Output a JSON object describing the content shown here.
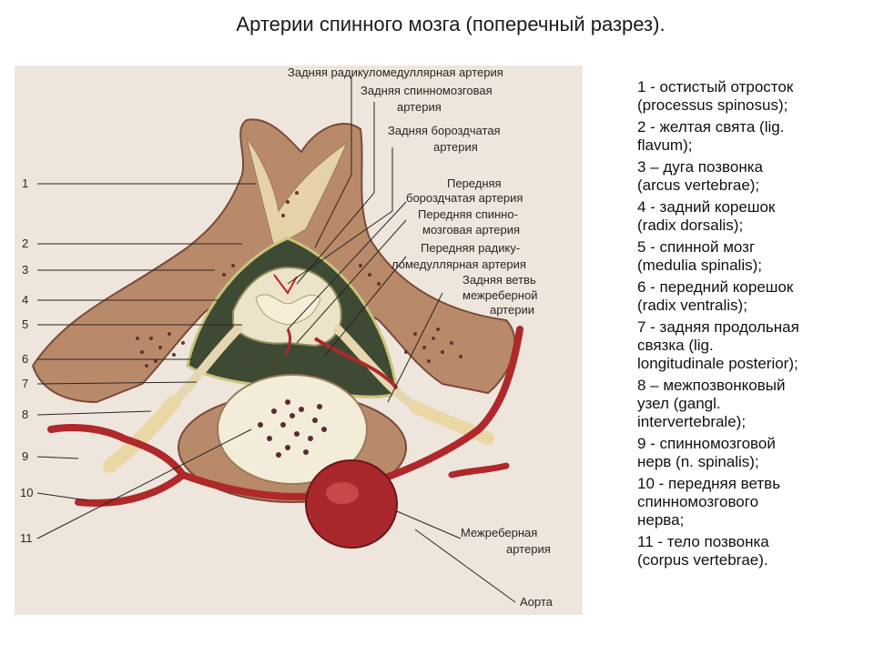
{
  "slide": {
    "title": "Артерии спинного мозга (поперечный разрез)."
  },
  "figure": {
    "labels": {
      "posterior_radiculomedullary": "Задняя радикуломедуллярная артерия",
      "posterior_spinal_1": "Задняя спинномозговая",
      "posterior_spinal_2": "артерия",
      "posterior_sulcal_1": "Задняя бороздчатая",
      "posterior_sulcal_2": "артерия",
      "anterior_sulcal_1": "Передняя",
      "anterior_sulcal_2": "бороздчатая артерия",
      "anterior_spinal_1": "Передняя спинно-",
      "anterior_spinal_2": "мозговая артерия",
      "anterior_radiculo_1": "Передняя радику-",
      "anterior_radiculo_2": "ломедуллярная артерия",
      "intercostal_branch_1": "Задняя ветвь",
      "intercostal_branch_2": "межреберной",
      "intercostal_branch_3": "артерии",
      "intercostal_artery_1": "Межреберная",
      "intercostal_artery_2": "артерия",
      "aorta": "Аорта"
    },
    "numbers": [
      "1",
      "2",
      "3",
      "4",
      "5",
      "6",
      "7",
      "8",
      "9",
      "10",
      "11"
    ]
  },
  "legend": {
    "items": [
      [
        "1 - остистый отросток",
        "(processus spinosus);"
      ],
      [
        "2 - желтая свята (lig.",
        "flavum);"
      ],
      [
        "3 – дуга позвонка",
        "(arcus vertebrae);"
      ],
      [
        "4 - задний корешок",
        "(radix dorsalis);"
      ],
      [
        "5 - спинной мозг",
        "(medulia spinalis);"
      ],
      [
        "6 - передний корешок",
        "(radix ventralis);"
      ],
      [
        "7 - задняя продольная",
        "связка (lig.",
        "longitudinale posterior);"
      ],
      [
        "8 – межпозвонковый",
        "узел  (gangl.",
        "intervertebrale);"
      ],
      [
        "9 - спинномозговой",
        "нерв (n. spinalis);"
      ],
      [
        "10 - передняя ветвь",
        "спинномозгового",
        "нерва;"
      ],
      [
        "11 - тело позвонка",
        "(corpus vertebrae)."
      ]
    ]
  },
  "colors": {
    "bone": "#b98a6a",
    "bone_dark": "#7a4a3a",
    "artery": "#b0282a",
    "canal": "#3f4a35",
    "cord": "#ece4c8",
    "background": "#eee6dd"
  }
}
